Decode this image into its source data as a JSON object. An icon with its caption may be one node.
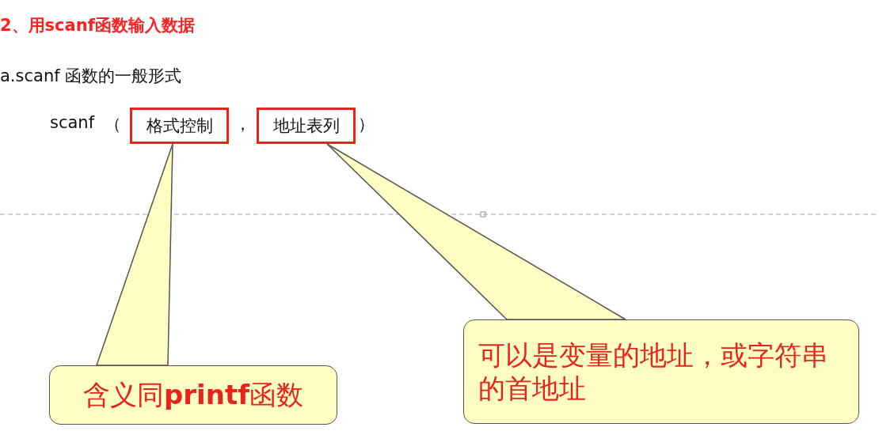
{
  "diagram": {
    "title": "2、用scanf函数输入数据",
    "nodes": [
      {
        "text": [
          "格式控制"
        ]
      },
      {
        "text": [
          "地址表列"
        ]
      },
      {
        "text": [
          "含义同**printf**函数"
        ]
      },
      {
        "text": [
          "可以是变量的地址，或字符串的首地址"
        ]
      }
    ],
    "edges": [
      {
        "from": 2,
        "to": 0,
        "arrow": "none"
      },
      {
        "from": 3,
        "to": 1,
        "arrow": "none"
      }
    ],
    "labels": [
      "a.scanf 函数的一般形式",
      "scanf",
      "（",
      "，",
      "）"
    ]
  }
}
